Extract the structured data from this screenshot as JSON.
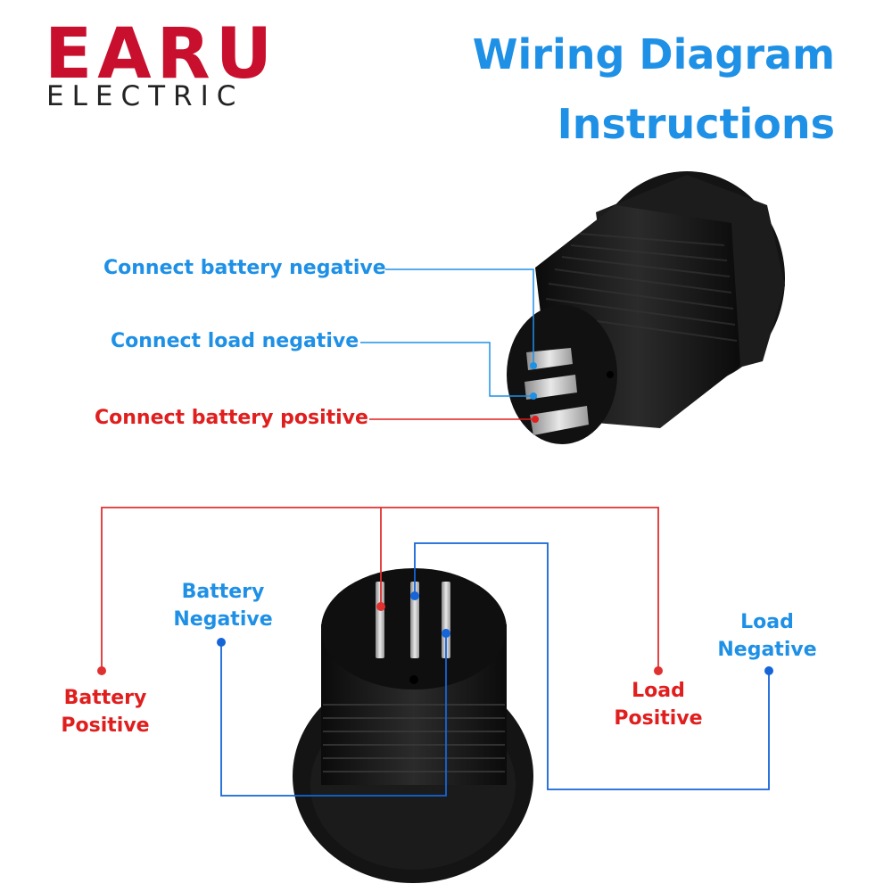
{
  "brand": {
    "name": "EARU",
    "subtitle": "ELECTRIC",
    "color_main": "#c8102e",
    "color_sub": "#222222"
  },
  "title": {
    "line1": "Wiring Diagram",
    "line2": "Instructions",
    "color": "#1e90e6"
  },
  "callouts": {
    "battery_negative": "Connect battery negative",
    "load_negative": "Connect load negative",
    "battery_positive": "Connect battery positive"
  },
  "labels": {
    "battery_negative": [
      "Battery",
      "Negative"
    ],
    "battery_positive": [
      "Battery",
      "Positive"
    ],
    "load_positive": [
      "Load",
      "Positive"
    ],
    "load_negative": [
      "Load",
      "Negative"
    ]
  },
  "colors": {
    "negative": "#1e90e6",
    "positive": "#e01e1e",
    "wire_negative": "#1565d8",
    "wire_positive": "#e03030",
    "device": "#1a1a1a"
  }
}
